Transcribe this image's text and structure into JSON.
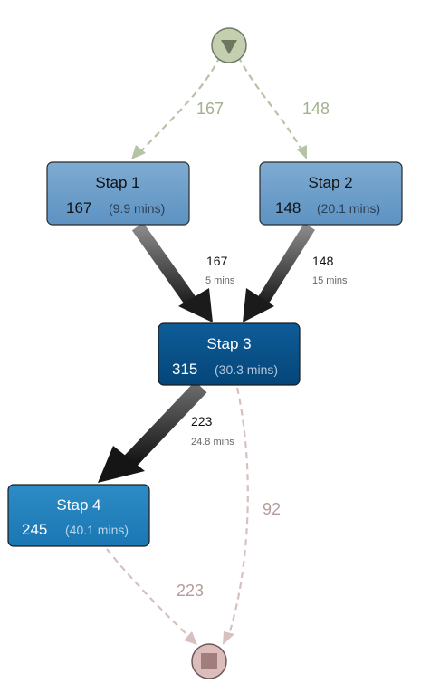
{
  "nodes": {
    "start": {
      "label": ""
    },
    "stap1": {
      "name": "Stap 1",
      "count": "167",
      "duration": "(9.9 mins)",
      "fill": "#6a9cc8"
    },
    "stap2": {
      "name": "Stap 2",
      "count": "148",
      "duration": "(20.1 mins)",
      "fill": "#6a9cc8"
    },
    "stap3": {
      "name": "Stap 3",
      "count": "315",
      "duration": "(30.3 mins)",
      "fill": "#0a5590"
    },
    "stap4": {
      "name": "Stap 4",
      "count": "245",
      "duration": "(40.1 mins)",
      "fill": "#2181bd"
    },
    "end": {
      "label": ""
    }
  },
  "edges": {
    "start_stap1": {
      "count": "167"
    },
    "start_stap2": {
      "count": "148"
    },
    "stap1_stap3": {
      "count": "167",
      "duration": "5 mins"
    },
    "stap2_stap3": {
      "count": "148",
      "duration": "15 mins"
    },
    "stap3_stap4": {
      "count": "223",
      "duration": "24.8 mins"
    },
    "stap3_end": {
      "count": "92"
    },
    "stap4_end": {
      "count": "223"
    }
  },
  "colors": {
    "start_edge": "#b7c3a7",
    "start_edge_label": "#a3b08f",
    "end_edge": "#d6c1bf",
    "end_edge_label": "#b49c9a",
    "start_node_fill": "#c4cfb0",
    "end_node_fill": "#ddbcbc",
    "dark_edge": "#1b1b1b"
  }
}
